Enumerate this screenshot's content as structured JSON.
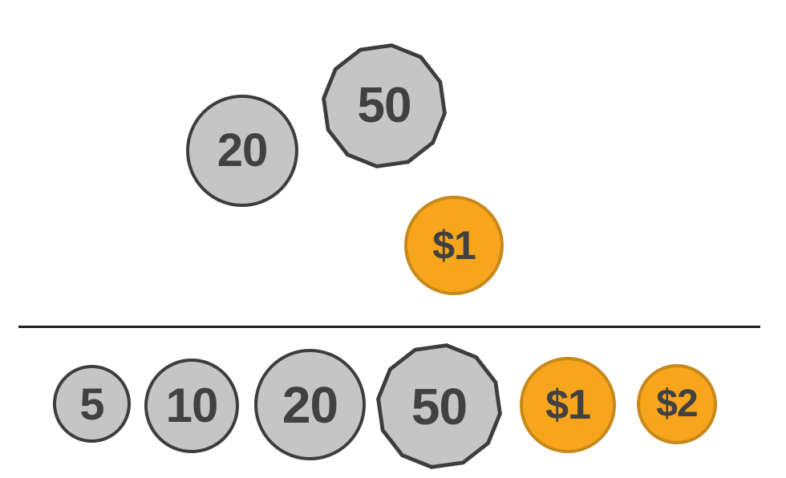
{
  "canvas": {
    "background_color": "#ffffff"
  },
  "colors": {
    "page_bg": "#ffffff",
    "silver_coin_fill": "#C5C5C5",
    "silver_coin_border": "#3D3D3D",
    "gold_coin_fill": "#F7A51C",
    "gold_coin_border": "#C8881A",
    "coin_label": "#414141",
    "divider": "#1E1E1E"
  },
  "workspace": {
    "coins": [
      {
        "label": "20",
        "shape": "circle",
        "color": "silver"
      },
      {
        "label": "50",
        "shape": "dodecagon",
        "color": "silver"
      },
      {
        "label": "$1",
        "shape": "circle",
        "color": "gold"
      }
    ]
  },
  "tray": {
    "coins": [
      {
        "label": "5",
        "shape": "circle",
        "color": "silver"
      },
      {
        "label": "10",
        "shape": "circle",
        "color": "silver"
      },
      {
        "label": "20",
        "shape": "circle",
        "color": "silver"
      },
      {
        "label": "50",
        "shape": "dodecagon",
        "color": "silver"
      },
      {
        "label": "$1",
        "shape": "circle",
        "color": "gold"
      },
      {
        "label": "$2",
        "shape": "circle",
        "color": "gold"
      }
    ]
  }
}
